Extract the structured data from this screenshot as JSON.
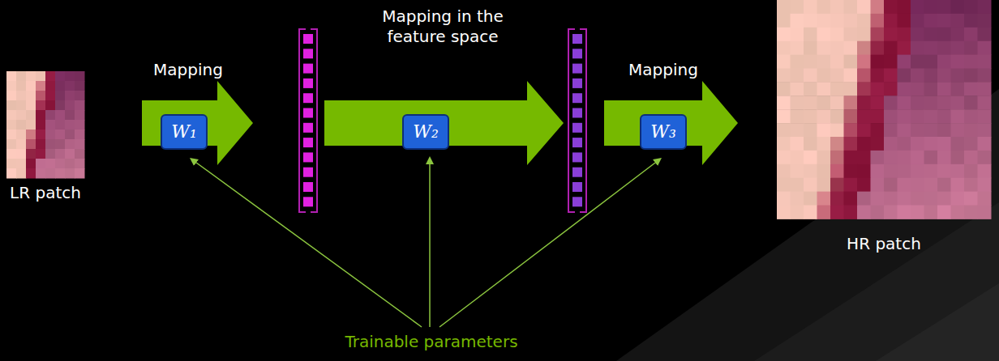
{
  "diagram": {
    "nodes": [
      {
        "text": [
          "W₁"
        ]
      },
      {
        "text": [
          "W₂"
        ]
      },
      {
        "text": [
          "W₃"
        ]
      }
    ],
    "labels": [
      "LR patch",
      "Mapping",
      "Mapping in the feature space",
      "Mapping",
      "HR patch",
      "Trainable parameters"
    ]
  }
}
